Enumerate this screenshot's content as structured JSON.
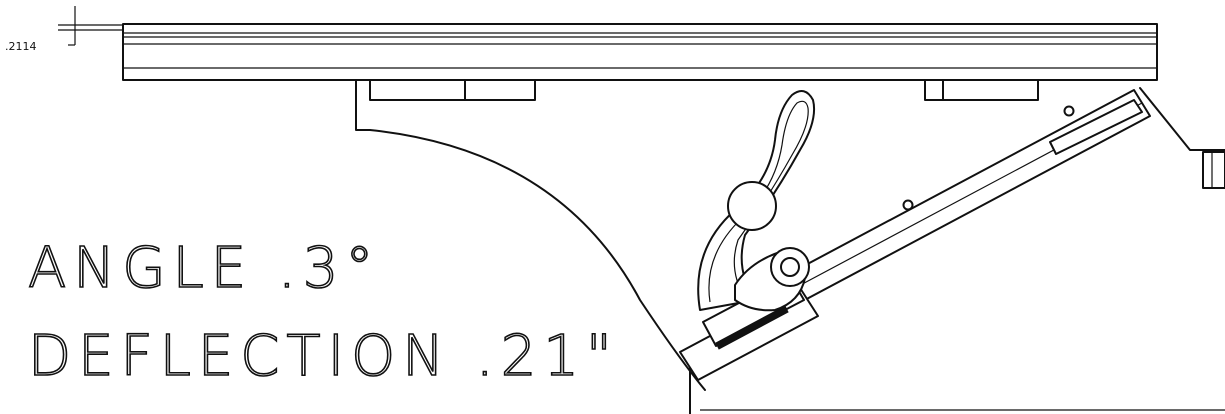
{
  "drawing": {
    "dimension_label": ".2114",
    "annotation_line1": "ANGLE .3°",
    "annotation_line2": "DEFLECTION .21\""
  }
}
